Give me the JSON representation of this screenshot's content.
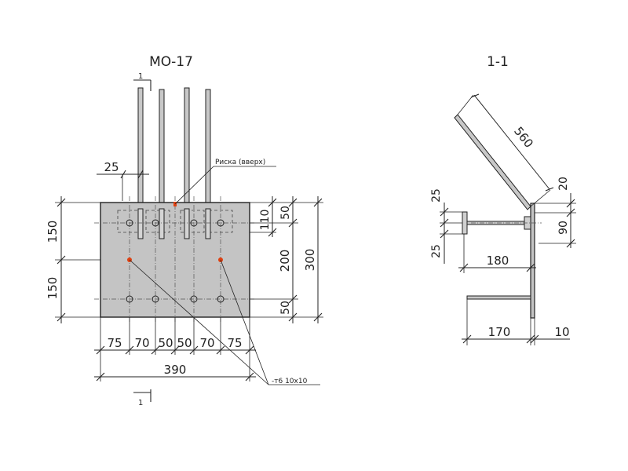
{
  "titles": {
    "front": "МО-17",
    "section": "1-1"
  },
  "section_marks": {
    "top": "1",
    "bottom": "1"
  },
  "labels": {
    "risk": "Риска (вверх)",
    "plate": "-т6 10х10"
  },
  "front_dims": {
    "top_offset": "25",
    "left": [
      "150",
      "150"
    ],
    "right_inner": [
      "50",
      "110",
      "200",
      "50"
    ],
    "right_outer": "300",
    "bottom_segments": [
      "75",
      "70",
      "50",
      "50",
      "70",
      "75"
    ],
    "bottom_total": "390"
  },
  "section_dims": {
    "diag": "560",
    "d20": "20",
    "d90": "90",
    "left": [
      "25",
      "25"
    ],
    "d180": "180",
    "d170": "170",
    "d10": "10"
  },
  "colors": {
    "plate": "#c4c4c4",
    "marker": "#e04010",
    "line": "#222222"
  }
}
